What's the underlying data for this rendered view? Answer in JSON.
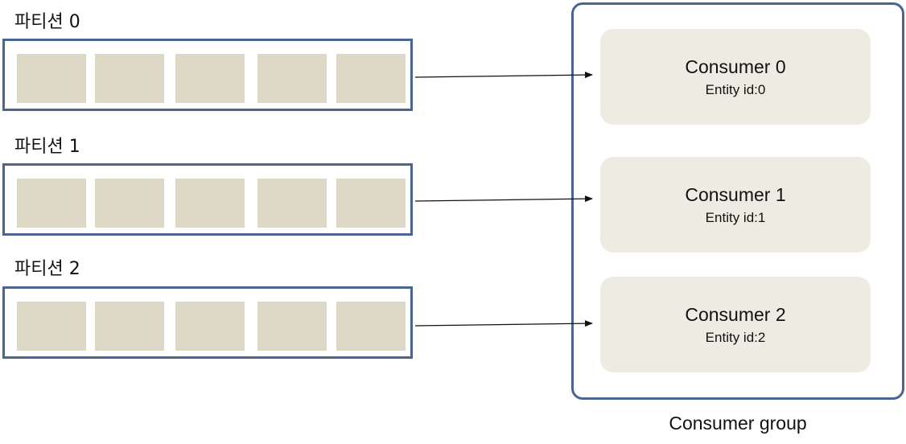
{
  "partitions": [
    {
      "label": "파티션 0",
      "record_count": 5
    },
    {
      "label": "파티션 1",
      "record_count": 5
    },
    {
      "label": "파티션 2",
      "record_count": 5
    }
  ],
  "consumers": [
    {
      "name": "Consumer 0",
      "entity": "Entity id:0"
    },
    {
      "name": "Consumer 1",
      "entity": "Entity id:1"
    },
    {
      "name": "Consumer 2",
      "entity": "Entity id:2"
    }
  ],
  "group": {
    "label": "Consumer group"
  },
  "colors": {
    "border": "#4a6591",
    "record": "#ddd8c5",
    "consumer_card": "#eeebe3",
    "arrow": "#111111"
  }
}
